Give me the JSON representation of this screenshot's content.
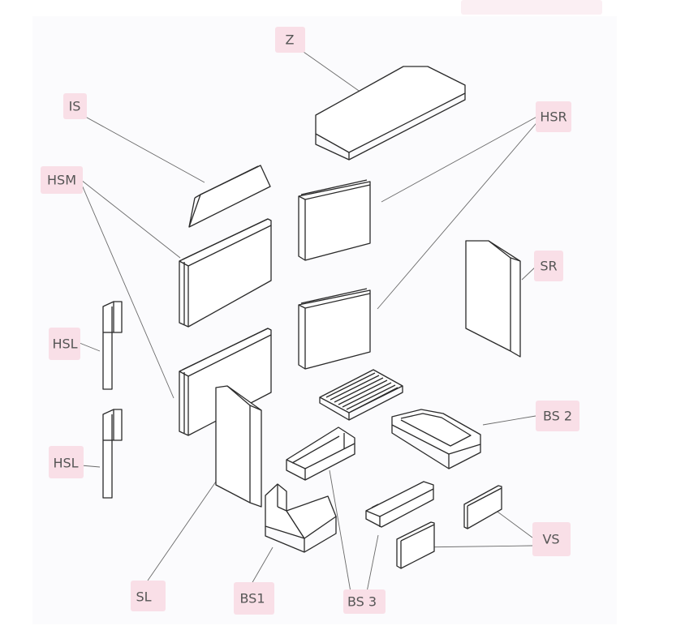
{
  "labels": {
    "Z": "Z",
    "IS": "IS",
    "HSR": "HSR",
    "HSM": "HSM",
    "SR": "SR",
    "HSL_top": "HSL",
    "HSL_bottom": "HSL",
    "BS2": "BS 2",
    "VS": "VS",
    "SL": "SL",
    "BS1": "BS1",
    "BS3": "BS 3"
  },
  "colors": {
    "label_background": "#f9dfe7",
    "label_text": "#555555",
    "line": "#2a2a2a"
  }
}
